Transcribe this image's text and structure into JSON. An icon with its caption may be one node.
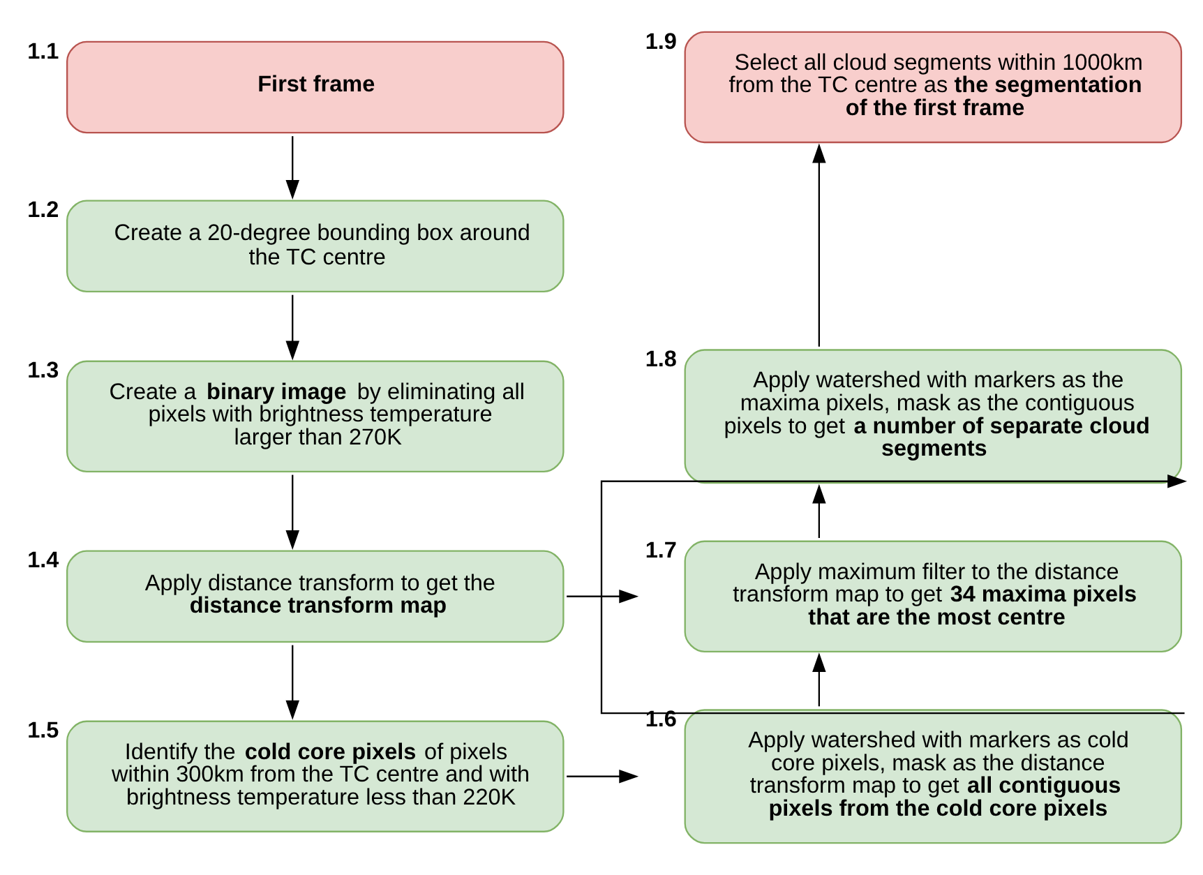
{
  "diagram": {
    "nodes": [
      {
        "text": [
          "**First frame**"
        ],
        "beside": [
          "1.1"
        ]
      },
      {
        "text": [
          "Create a 20-degree bounding box around the TC centre"
        ],
        "beside": [
          "1.2"
        ]
      },
      {
        "text": [
          "Create a **binary image** by eliminating all pixels with brightness temperature larger than 270K"
        ],
        "beside": [
          "1.3"
        ]
      },
      {
        "text": [
          "Apply distance transform to get the **distance transform map**"
        ],
        "beside": [
          "1.4"
        ]
      },
      {
        "text": [
          "Identify the **cold core pixels** of pixels within 300km from the TC centre and with brightness temperature less than 220K"
        ],
        "beside": [
          "1.5"
        ]
      },
      {
        "text": [
          "Apply watershed with markers as cold core pixels, mask as the distance transform map to get **all contiguous pixels from the cold core pixels**"
        ],
        "beside": [
          "1.6"
        ]
      },
      {
        "text": [
          "Apply maximum filter to the distance transform map to get **34 maxima pixels that are the most centre**"
        ],
        "beside": [
          "1.7"
        ]
      },
      {
        "text": [
          "Apply watershed with markers as the maxima pixels, mask as the contiguous pixels to get **a number of separate cloud segments**"
        ],
        "beside": [
          "1.8"
        ]
      },
      {
        "text": [
          "Select all cloud segments within 1000km from the TC centre as **the segmentation of the first frame**"
        ],
        "beside": [
          "1.9"
        ]
      }
    ],
    "edges": [
      {
        "from": 0,
        "to": 1,
        "arrow": "to"
      },
      {
        "from": 1,
        "to": 2,
        "arrow": "to"
      },
      {
        "from": 2,
        "to": 3,
        "arrow": "to"
      },
      {
        "from": 3,
        "to": 4,
        "arrow": "to"
      },
      {
        "from": 3,
        "to": 6,
        "arrow": "to"
      },
      {
        "from": 4,
        "to": 5,
        "arrow": "to"
      },
      {
        "from": 5,
        "to": 6,
        "arrow": "to"
      },
      {
        "from": 6,
        "to": 7,
        "arrow": "to"
      },
      {
        "from": 7,
        "to": 8,
        "arrow": "to"
      },
      {
        "from": 5,
        "to": 7,
        "arrow": "to"
      }
    ]
  }
}
